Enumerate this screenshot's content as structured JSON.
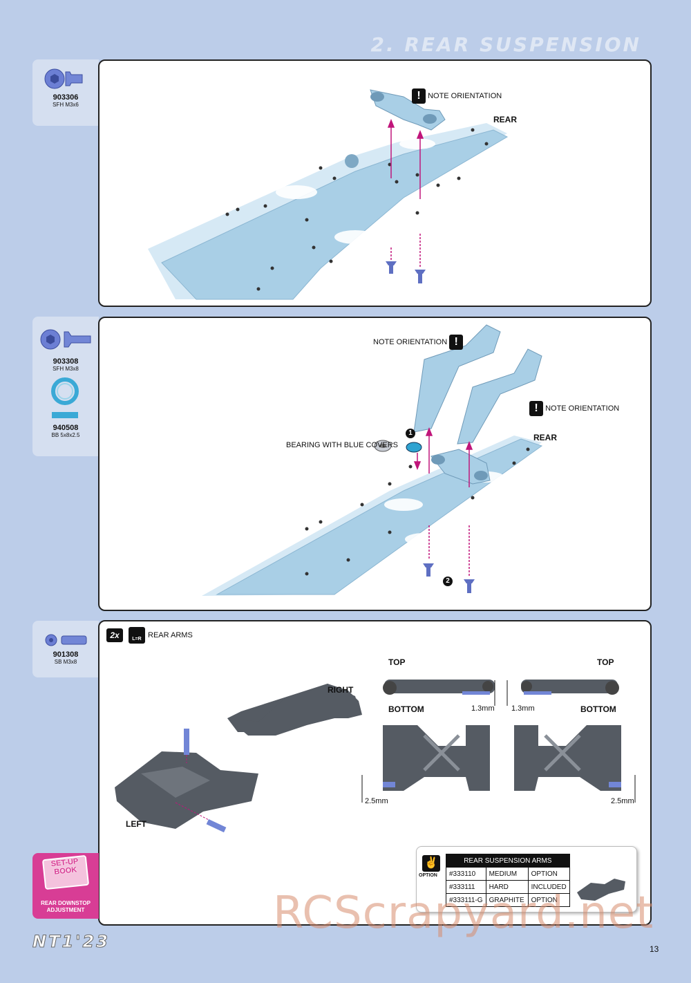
{
  "section_title": "2. REAR SUSPENSION",
  "step1": {
    "part_number": "903306",
    "part_desc": "SFH M3x6",
    "note": "NOTE ORIENTATION",
    "rear_label": "REAR"
  },
  "step2": {
    "part1_number": "903308",
    "part1_desc": "SFH M3x8",
    "part2_number": "940508",
    "part2_desc": "BB 5x8x2.5",
    "note1": "NOTE ORIENTATION",
    "note2": "NOTE ORIENTATION",
    "bearing": "BEARING WITH BLUE COVERS",
    "rear_label": "REAR",
    "marker1": "1",
    "marker2": "2"
  },
  "step3": {
    "part_number": "901308",
    "part_desc": "SB M3x8",
    "qty": "2x",
    "lr_badge": "L=R",
    "title": "REAR ARMS",
    "right": "RIGHT",
    "left": "LEFT",
    "top_left": "TOP",
    "top_right": "TOP",
    "bottom_left": "BOTTOM",
    "bottom_right": "BOTTOM",
    "dim_a": "1.3mm",
    "dim_b": "1.3mm",
    "dim_c": "2.5mm",
    "dim_d": "2.5mm"
  },
  "setup_book": {
    "line1": "SET-UP",
    "line2": "BOOK",
    "caption1": "REAR DOWNSTOP",
    "caption2": "ADJUSTMENT"
  },
  "option_table": {
    "badge": "OPTION",
    "header": "REAR SUSPENSION ARMS",
    "rows": [
      [
        "#333110",
        "MEDIUM",
        "OPTION"
      ],
      [
        "#333111",
        "HARD",
        "INCLUDED"
      ],
      [
        "#333111-G",
        "GRAPHITE",
        "OPTION"
      ]
    ]
  },
  "watermark": "RCScrapyard.net",
  "brand": "NT1'23",
  "page_number": "13",
  "colors": {
    "background": "#bccde9",
    "part_blue": "#a9cfe6",
    "arrow": "#c0157a",
    "arm": "#555b63",
    "setup_pink": "#d83d95"
  }
}
